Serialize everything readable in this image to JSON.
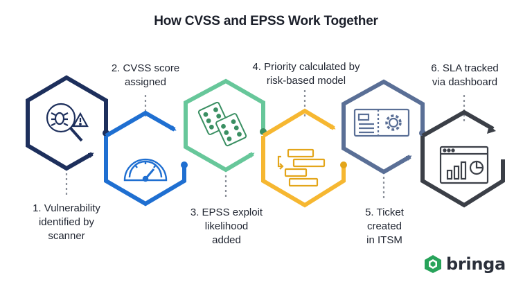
{
  "title": "How CVSS and EPSS Work Together",
  "colors": {
    "step1": "#1d2f5c",
    "step2": "#1f6fd1",
    "step3": "#67c79a",
    "step4": "#f6b731",
    "step5": "#5a6f96",
    "step6": "#3b3f47",
    "brand": "#27a35a"
  },
  "steps": [
    {
      "lines": [
        "1. Vulnerability",
        "identified by",
        "scanner"
      ],
      "icon": "bug-magnifier-icon"
    },
    {
      "lines": [
        "2. CVSS score",
        "assigned"
      ],
      "icon": "gauge-icon"
    },
    {
      "lines": [
        "3. EPSS exploit",
        "likelihood",
        "added"
      ],
      "icon": "dice-icon"
    },
    {
      "lines": [
        "4. Priority calculated by",
        "risk-based model"
      ],
      "icon": "priority-bars-icon"
    },
    {
      "lines": [
        "5. Ticket",
        "created",
        "in ITSM"
      ],
      "icon": "ticket-gear-icon"
    },
    {
      "lines": [
        "6. SLA tracked",
        "via dashboard"
      ],
      "icon": "dashboard-icon"
    }
  ],
  "brand": {
    "name": "bringa"
  }
}
